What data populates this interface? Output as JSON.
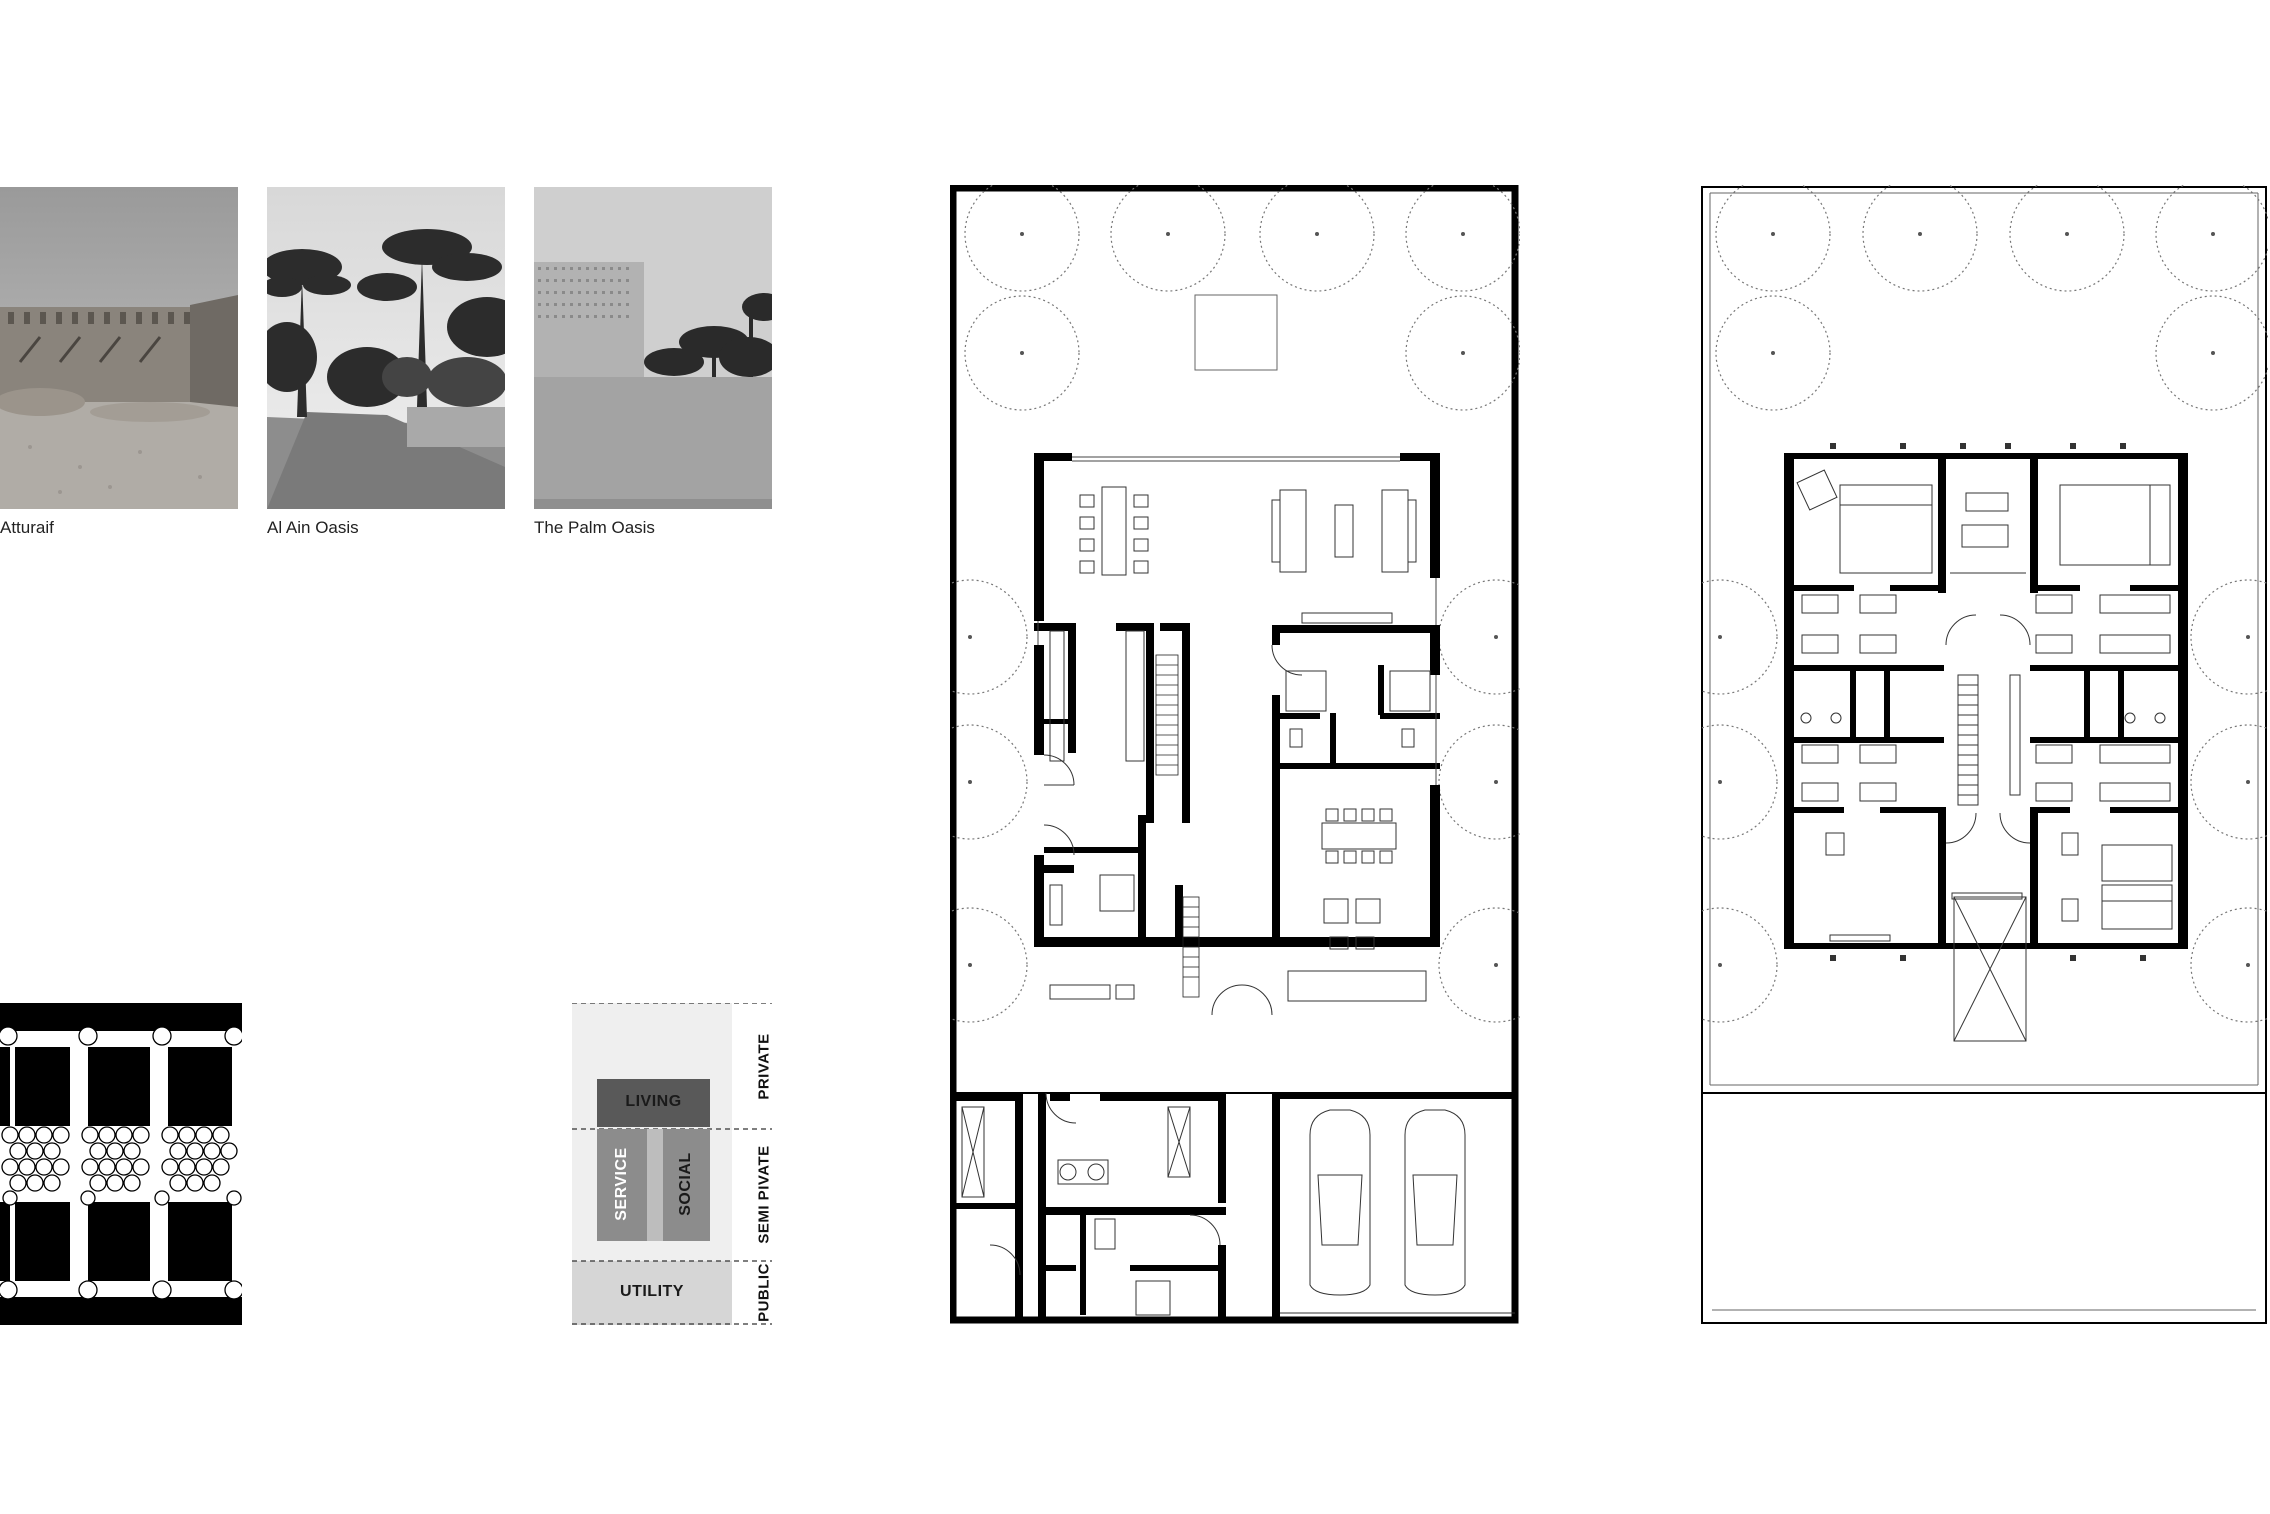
{
  "precedents": [
    {
      "caption": "Atturaif"
    },
    {
      "caption": "Al Ain Oasis"
    },
    {
      "caption": "The Palm Oasis"
    }
  ],
  "zoning": {
    "zones": [
      "PRIVATE",
      "SEMI PIVATE",
      "PUBLIC"
    ],
    "blocks": {
      "living": "LIVING",
      "service": "SERVICE",
      "social": "SOCIAL",
      "utility": "UTILITY"
    }
  },
  "colors": {
    "wall": "#000000",
    "living": "#595959",
    "service": "#8c8c8c",
    "social": "#8c8c8c",
    "utility": "#d6d6d6",
    "zone_bg": "#efefef"
  }
}
